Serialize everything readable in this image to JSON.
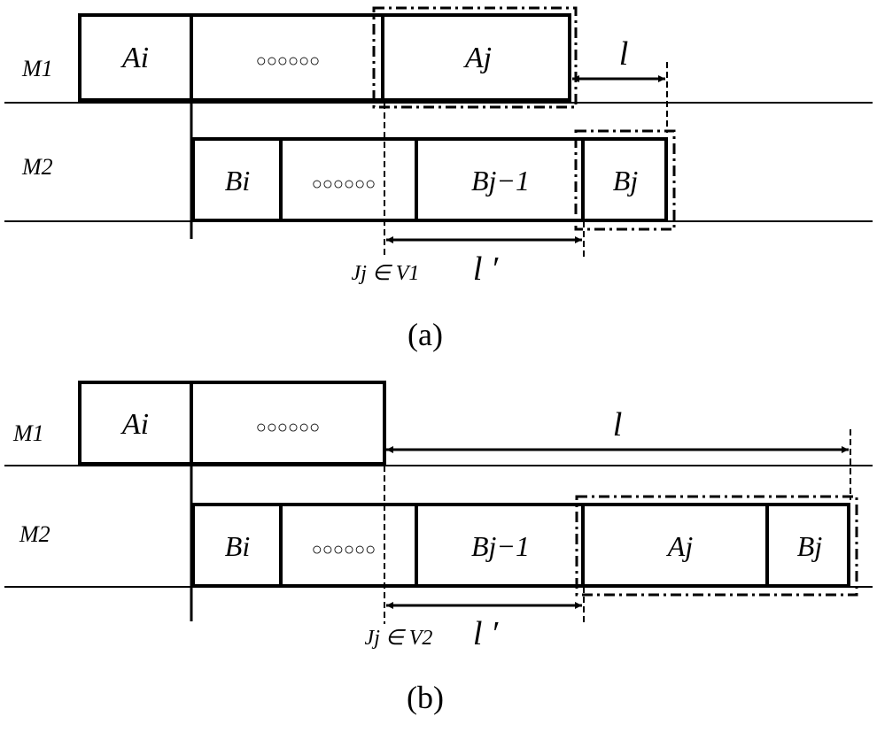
{
  "panels": [
    {
      "caption": "(a)",
      "m1_label": "M1",
      "m2_label": "M2",
      "m1_boxes": [
        "Ai",
        "○○○○○○",
        "Aj"
      ],
      "m2_boxes": [
        "Bi",
        "○○○○○○",
        "Bj−1",
        "Bj"
      ],
      "l_label": "l",
      "l_prime_label": "l ′",
      "j_label": "Jj ∈ V1"
    },
    {
      "caption": "(b)",
      "m1_label": "M1",
      "m2_label": "M2",
      "m1_boxes": [
        "Ai",
        "○○○○○○"
      ],
      "m2_boxes": [
        "Bi",
        "○○○○○○",
        "Bj−1",
        "Aj",
        "Bj"
      ],
      "l_label": "l",
      "l_prime_label": "l ′",
      "j_label": "Jj ∈ V2"
    }
  ]
}
